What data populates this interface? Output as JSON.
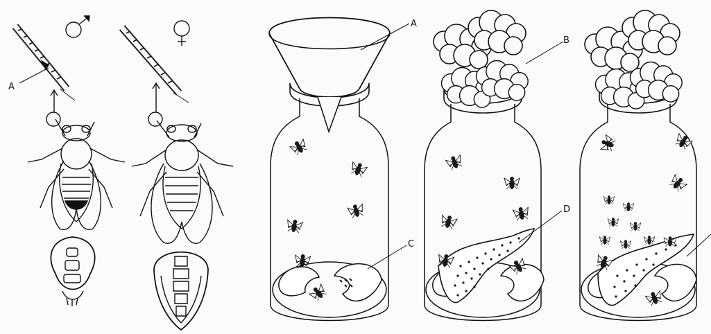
{
  "male_symbol": "♂",
  "female_symbol": "♀",
  "labels": {
    "antenna": "A",
    "funnel": "A",
    "cotton_plug": "B",
    "fruit": "C",
    "paper_strip": "D"
  },
  "colors": {
    "ink": "#111111",
    "paper": "#fbfbfb"
  }
}
